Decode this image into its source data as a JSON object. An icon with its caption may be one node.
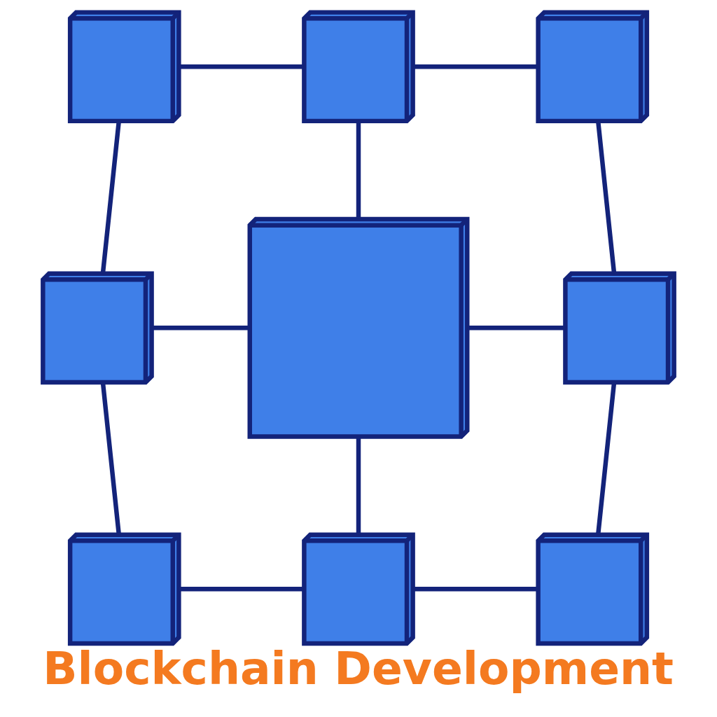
{
  "diagram": {
    "caption": "Blockchain Development",
    "nodes": [
      {
        "text": [],
        "shape": "cube"
      },
      {
        "text": [],
        "shape": "cube"
      },
      {
        "text": [],
        "shape": "cube"
      },
      {
        "text": [],
        "shape": "cube"
      },
      {
        "text": [],
        "shape": "cube"
      },
      {
        "text": [],
        "shape": "cube"
      },
      {
        "text": [],
        "shape": "cube"
      },
      {
        "text": [],
        "shape": "cube"
      },
      {
        "text": [],
        "shape": "cube"
      }
    ],
    "edges": [
      {
        "from": 0,
        "to": 1,
        "arrow": "none"
      },
      {
        "from": 1,
        "to": 2,
        "arrow": "none"
      },
      {
        "from": 0,
        "to": 3,
        "arrow": "none"
      },
      {
        "from": 1,
        "to": 4,
        "arrow": "none"
      },
      {
        "from": 2,
        "to": 5,
        "arrow": "none"
      },
      {
        "from": 3,
        "to": 4,
        "arrow": "none"
      },
      {
        "from": 4,
        "to": 5,
        "arrow": "none"
      },
      {
        "from": 3,
        "to": 6,
        "arrow": "none"
      },
      {
        "from": 4,
        "to": 7,
        "arrow": "none"
      },
      {
        "from": 5,
        "to": 8,
        "arrow": "none"
      },
      {
        "from": 6,
        "to": 7,
        "arrow": "none"
      },
      {
        "from": 7,
        "to": 8,
        "arrow": "none"
      }
    ]
  }
}
